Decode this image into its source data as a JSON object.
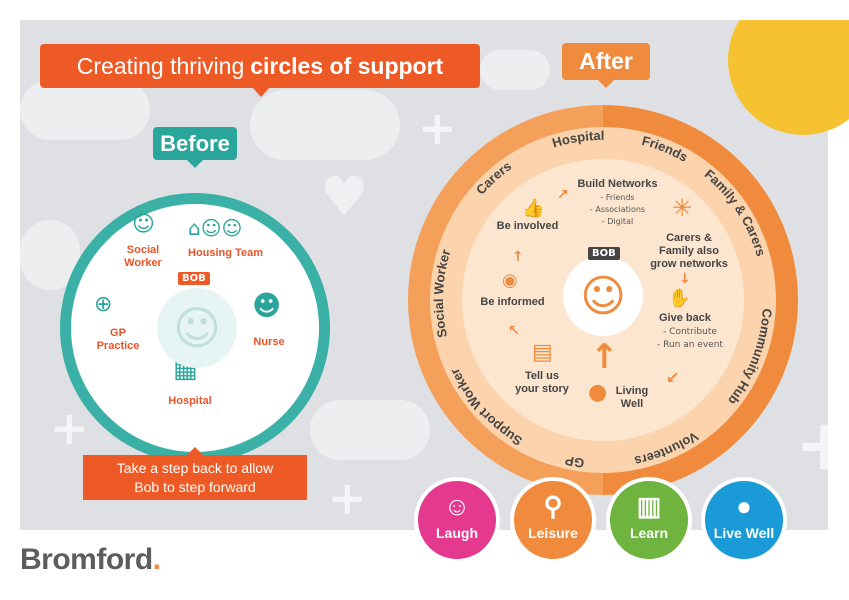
{
  "title": {
    "prefix": "Creating thriving",
    "bold": "circles of support"
  },
  "before": {
    "label": "Before",
    "bob": "BOB",
    "items": [
      "Social Worker",
      "Housing Team",
      "GP Practice",
      "Nurse",
      "Hospital"
    ],
    "caption_line1": "Take a step back to allow",
    "caption_line2": "Bob to step forward"
  },
  "after": {
    "label": "After",
    "bob": "BOB",
    "ring_labels": {
      "carers": "Carers",
      "hospital": "Hospital",
      "friends": "Friends",
      "family": "Family & Carers",
      "community": "Community Hub",
      "volunteers": "Volunteers",
      "gp": "GP",
      "support_worker": "Support Worker",
      "social_worker": "Social Worker"
    },
    "cycle": {
      "build_networks": "Build Networks",
      "bn_1": "- Friends",
      "bn_2": "- Associations",
      "bn_3": "- Digital",
      "carers_family_1": "Carers &",
      "carers_family_2": "Family also",
      "carers_family_3": "grow networks",
      "give_back": "Give back",
      "gb_1": "- Contribute",
      "gb_2": "- Run an event",
      "living_1": "Living",
      "living_2": "Well",
      "story_1": "Tell us",
      "story_2": "your story",
      "informed": "Be informed",
      "involved": "Be involved"
    }
  },
  "bottom": [
    {
      "label": "Laugh",
      "color": "#e4398f",
      "icon": "smile-icon"
    },
    {
      "label": "Leisure",
      "color": "#f08a3c",
      "icon": "bicycle-icon"
    },
    {
      "label": "Learn",
      "color": "#6fb43f",
      "icon": "book-icon"
    },
    {
      "label": "Live Well",
      "color": "#1a9ad6",
      "icon": "apple-icon"
    }
  ],
  "logo": {
    "text": "Bromford",
    "dot": "."
  },
  "colors": {
    "orange": "#ee5a26",
    "teal": "#2aa59b",
    "light_orange": "#f08a3c",
    "sun": "#f6c232"
  }
}
